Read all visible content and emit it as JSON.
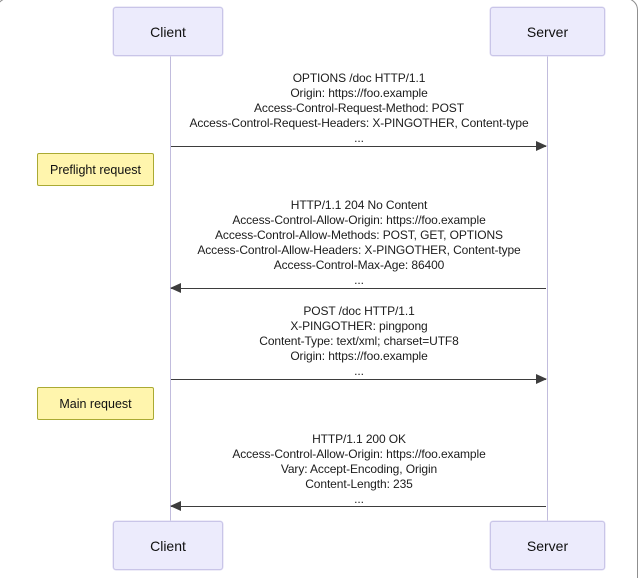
{
  "diagram": {
    "type": "sequence-diagram",
    "participants": {
      "top": [
        {
          "label": "Client"
        },
        {
          "label": "Server"
        }
      ],
      "bottom": [
        {
          "label": "Client"
        },
        {
          "label": "Server"
        }
      ]
    },
    "notes": [
      {
        "label": "Preflight request"
      },
      {
        "label": "Main request"
      }
    ],
    "messages": [
      {
        "from": "Client",
        "to": "Server",
        "direction": "right",
        "lines": [
          "OPTIONS /doc HTTP/1.1",
          "Origin: https://foo.example",
          "Access-Control-Request-Method: POST",
          "Access-Control-Request-Headers: X-PINGOTHER, Content-type",
          "..."
        ]
      },
      {
        "from": "Server",
        "to": "Client",
        "direction": "left",
        "lines": [
          "HTTP/1.1 204 No Content",
          "Access-Control-Allow-Origin: https://foo.example",
          "Access-Control-Allow-Methods: POST, GET, OPTIONS",
          "Access-Control-Allow-Headers: X-PINGOTHER, Content-type",
          "Access-Control-Max-Age: 86400",
          "..."
        ]
      },
      {
        "from": "Client",
        "to": "Server",
        "direction": "right",
        "lines": [
          "POST /doc HTTP/1.1",
          "X-PINGOTHER: pingpong",
          "Content-Type: text/xml; charset=UTF8",
          "Origin: https://foo.example",
          "..."
        ]
      },
      {
        "from": "Server",
        "to": "Client",
        "direction": "left",
        "lines": [
          "HTTP/1.1 200 OK",
          "Access-Control-Allow-Origin: https://foo.example",
          "Vary: Accept-Encoding, Origin",
          "Content-Length: 235",
          "..."
        ]
      }
    ]
  },
  "colors": {
    "actor_fill": "#ecebfc",
    "actor_border": "#c9c5e8",
    "note_fill": "#fff5ad",
    "note_border": "#aaaa33",
    "lifeline": "#c1bcdd",
    "arrow": "#3d3d3d",
    "text": "#1c1c1c",
    "frame_border": "#8f8f8f"
  }
}
